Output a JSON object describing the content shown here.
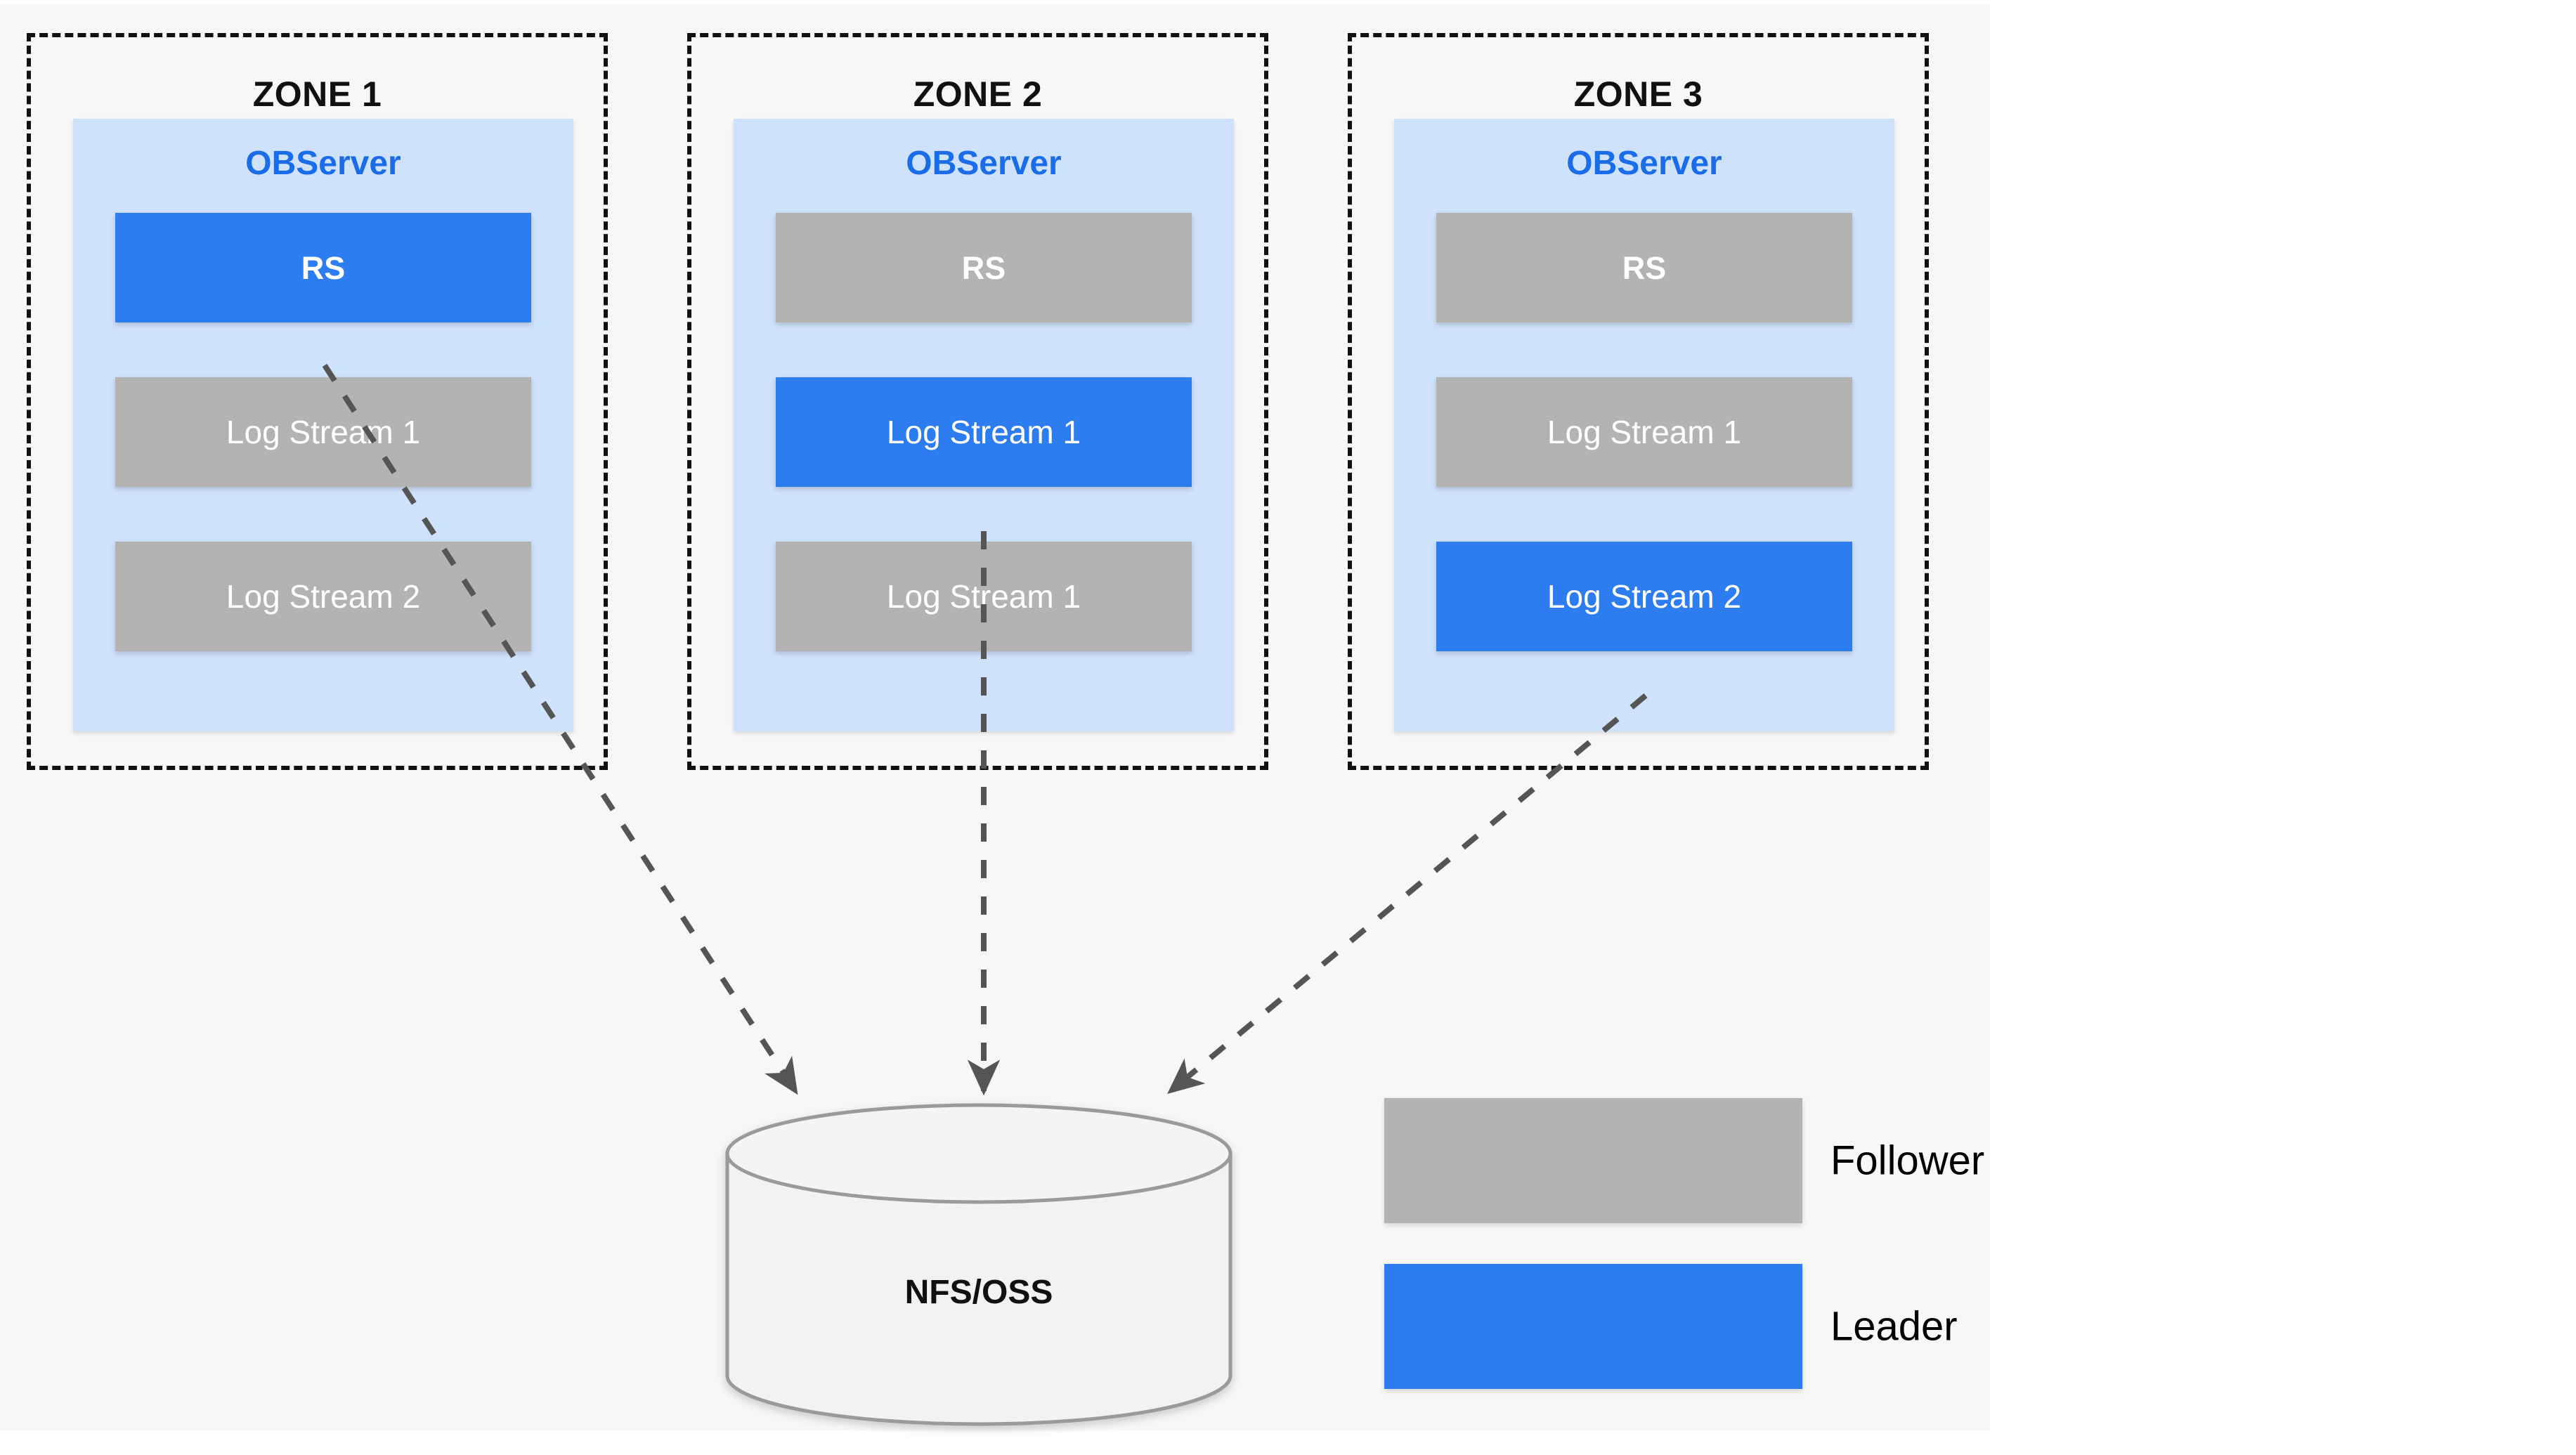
{
  "diagram": {
    "title": "OceanBase zone replication with shared NFS/OSS storage",
    "colors": {
      "leader": "#2d7df0",
      "follower": "#b3b3b3",
      "observer_panel": "#cfe2fb",
      "observer_text": "#1a6ce8",
      "canvas_bg": "#f7f7f7",
      "zone_border": "#111111",
      "arrow": "#555555"
    }
  },
  "zones": [
    {
      "title": "ZONE 1",
      "observer": {
        "label": "OBServer"
      },
      "nodes": [
        {
          "label": "RS",
          "role": "leader"
        },
        {
          "label": "Log Stream 1",
          "role": "follower"
        },
        {
          "label": "Log Stream 2",
          "role": "follower"
        }
      ]
    },
    {
      "title": "ZONE 2",
      "observer": {
        "label": "OBServer"
      },
      "nodes": [
        {
          "label": "RS",
          "role": "follower"
        },
        {
          "label": "Log Stream 1",
          "role": "leader"
        },
        {
          "label": "Log Stream 1",
          "role": "follower"
        }
      ]
    },
    {
      "title": "ZONE 3",
      "observer": {
        "label": "OBServer"
      },
      "nodes": [
        {
          "label": "RS",
          "role": "follower"
        },
        {
          "label": "Log Stream 1",
          "role": "follower"
        },
        {
          "label": "Log Stream 2",
          "role": "leader"
        }
      ]
    }
  ],
  "storage": {
    "label": "NFS/OSS",
    "shape": "cylinder"
  },
  "legend": {
    "items": [
      {
        "label": "Follower",
        "role": "follower"
      },
      {
        "label": "Leader",
        "role": "leader"
      }
    ]
  }
}
